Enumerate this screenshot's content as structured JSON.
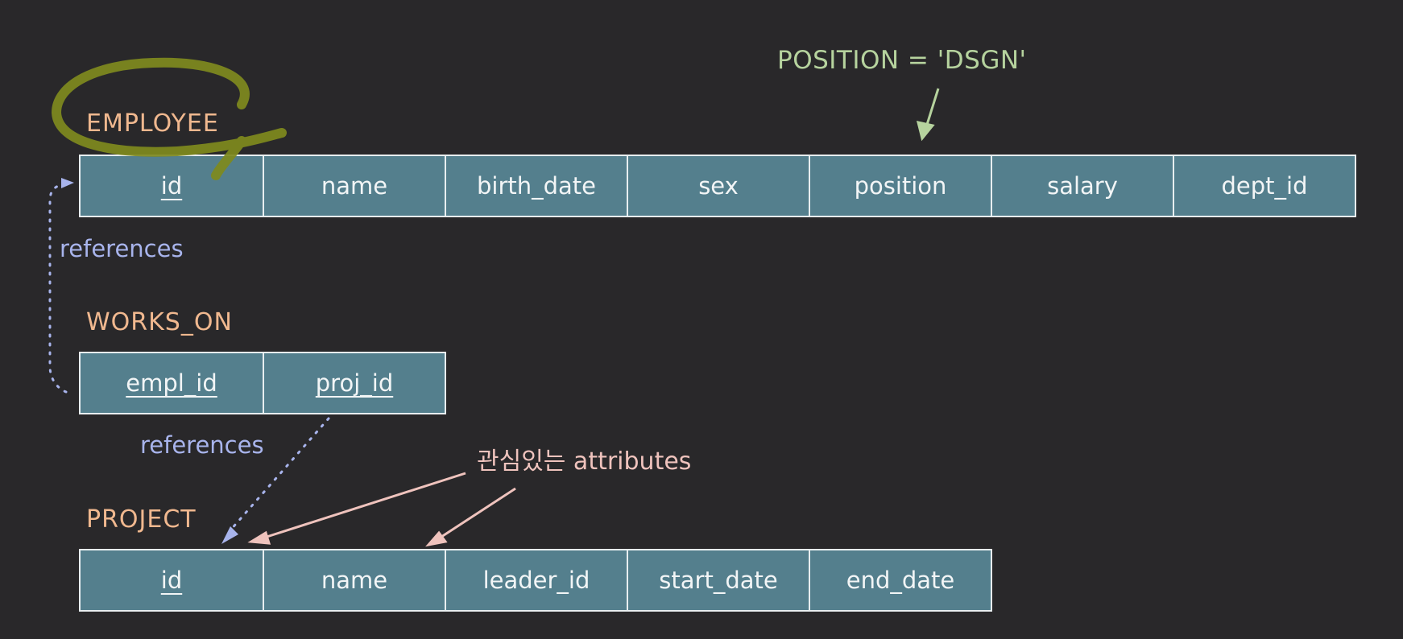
{
  "tables": {
    "employee": {
      "label": "EMPLOYEE",
      "columns": [
        {
          "name": "id",
          "pk": true
        },
        {
          "name": "name",
          "pk": false
        },
        {
          "name": "birth_date",
          "pk": false
        },
        {
          "name": "sex",
          "pk": false
        },
        {
          "name": "position",
          "pk": false
        },
        {
          "name": "salary",
          "pk": false
        },
        {
          "name": "dept_id",
          "pk": false
        }
      ]
    },
    "works_on": {
      "label": "WORKS_ON",
      "columns": [
        {
          "name": "empl_id",
          "pk": true
        },
        {
          "name": "proj_id",
          "pk": true
        }
      ]
    },
    "project": {
      "label": "PROJECT",
      "columns": [
        {
          "name": "id",
          "pk": true
        },
        {
          "name": "name",
          "pk": false
        },
        {
          "name": "leader_id",
          "pk": false
        },
        {
          "name": "start_date",
          "pk": false
        },
        {
          "name": "end_date",
          "pk": false
        }
      ]
    }
  },
  "annotations": {
    "condition": "POSITION = 'DSGN'",
    "interest": "관심있는 attributes",
    "references_1": "references",
    "references_2": "references"
  },
  "colors": {
    "background": "#29282a",
    "table_fill": "#547f8d",
    "table_label": "#f0b88f",
    "reference": "#a8b4ec",
    "condition": "#b6d39e",
    "interest": "#efc3bd",
    "highlight": "#7f8a1e"
  }
}
